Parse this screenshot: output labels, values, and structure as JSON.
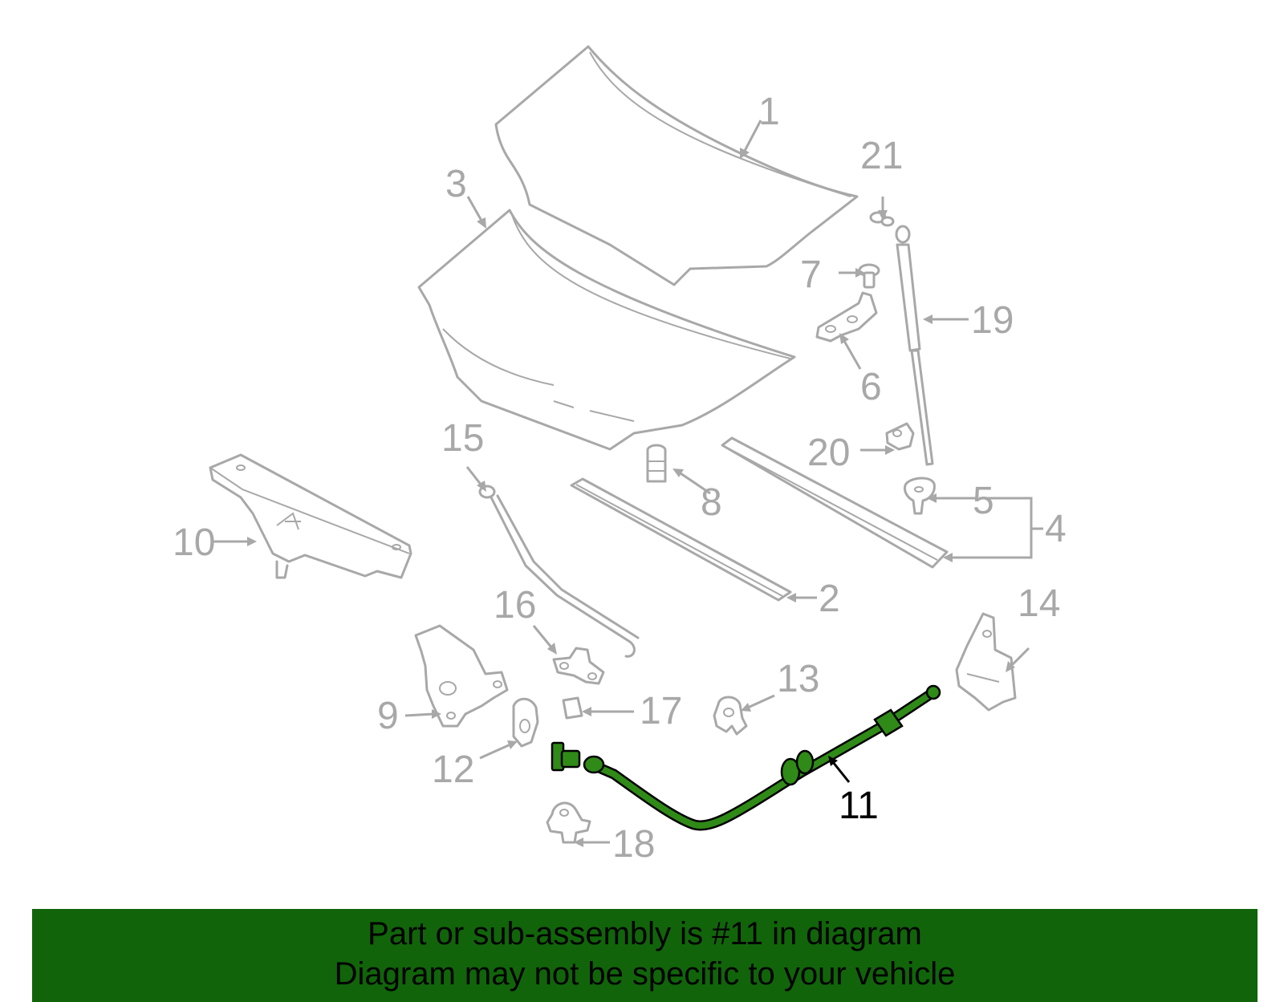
{
  "callouts": {
    "c1": "1",
    "c2": "2",
    "c3": "3",
    "c4": "4",
    "c5": "5",
    "c6": "6",
    "c7": "7",
    "c8": "8",
    "c9": "9",
    "c10": "10",
    "c11": "11",
    "c12": "12",
    "c13": "13",
    "c14": "14",
    "c15": "15",
    "c16": "16",
    "c17": "17",
    "c18": "18",
    "c19": "19",
    "c20": "20",
    "c21": "21"
  },
  "highlighted_part": "11",
  "colors": {
    "highlight": "#2f8a17",
    "banner": "#11640a",
    "part_line": "#a8a8a8"
  },
  "banner": {
    "line1": "Part or sub-assembly is #11 in diagram",
    "line2": "Diagram may not be specific to your vehicle"
  }
}
